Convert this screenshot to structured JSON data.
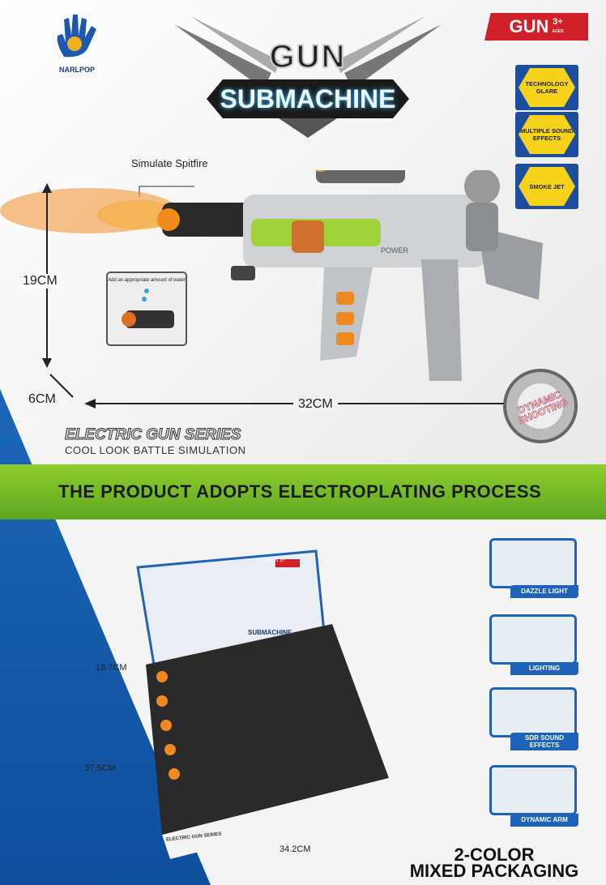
{
  "brand": {
    "name": "NARLPOP"
  },
  "title": {
    "line1": "GUN",
    "line2": "SUBMACHINE"
  },
  "age_badge": {
    "label": "GUN",
    "age": "3+",
    "sub": "AGES"
  },
  "features": [
    "TECHNOLOGY GLARE",
    "MULTIPLE SOUND EFFECTS",
    "SMOKE JET"
  ],
  "callouts": {
    "spitfire": "Simulate Spitfire",
    "water": "Add an appropriate amount of water",
    "gun_marking": "POWER"
  },
  "dimensions": {
    "height": "19CM",
    "depth": "6CM",
    "length": "32CM"
  },
  "dynamic_badge": "DYNAMIC SHOOTING",
  "series": {
    "title": "ELECTRIC GUN SERIES",
    "subtitle": "COOL LOOK BATTLE SIMULATION"
  },
  "banner": "THE PRODUCT ADOPTS ELECTROPLATING PROCESS",
  "box_dimensions": {
    "height": "18.7CM",
    "depth": "37.5CM",
    "width": "34.2CM"
  },
  "box_front": {
    "title": "SUBMACHINE",
    "badge": "GUN 3+",
    "series": "ELECTRIC GUN SERIES"
  },
  "side_features": [
    "DAZZLE LIGHT",
    "LIGHTING",
    "SDR SOUND EFFECTS",
    "DYNAMIC ARM"
  ],
  "packaging": {
    "line1": "2-COLOR",
    "line2": "MIXED PACKAGING"
  },
  "colors": {
    "blue": "#1d64b8",
    "green": "#7dc22a",
    "red": "#d1202a",
    "yellow": "#f6d21a"
  }
}
